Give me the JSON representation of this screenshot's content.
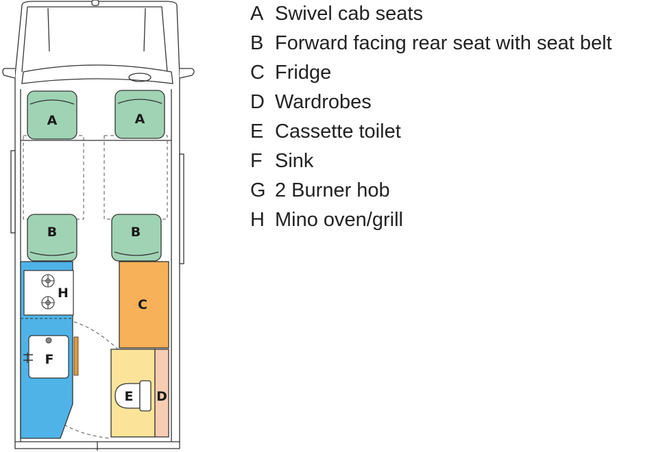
{
  "legend": [
    {
      "letter": "A",
      "text": "Swivel cab seats"
    },
    {
      "letter": "B",
      "text": "Forward facing rear seat with seat belt"
    },
    {
      "letter": "C",
      "text": "Fridge"
    },
    {
      "letter": "D",
      "text": "Wardrobes"
    },
    {
      "letter": "E",
      "text": "Cassette toilet"
    },
    {
      "letter": "F",
      "text": "Sink"
    },
    {
      "letter": "G",
      "text": "2 Burner hob"
    },
    {
      "letter": "H",
      "text": "Mino oven/grill"
    }
  ],
  "plan_labels": {
    "seat_a_left": "A",
    "seat_a_right": "A",
    "seat_b_left": "B",
    "seat_b_right": "B",
    "fridge": "C",
    "wardrobe": "D",
    "toilet": "E",
    "sink": "F",
    "oven": "H"
  },
  "colors": {
    "seat": "#9fd3b4",
    "kitchen": "#4fb3e8",
    "fridge": "#f7b158",
    "toilet_room": "#fbe49a",
    "wardrobe": "#f7cdb2",
    "outline": "#333333"
  }
}
